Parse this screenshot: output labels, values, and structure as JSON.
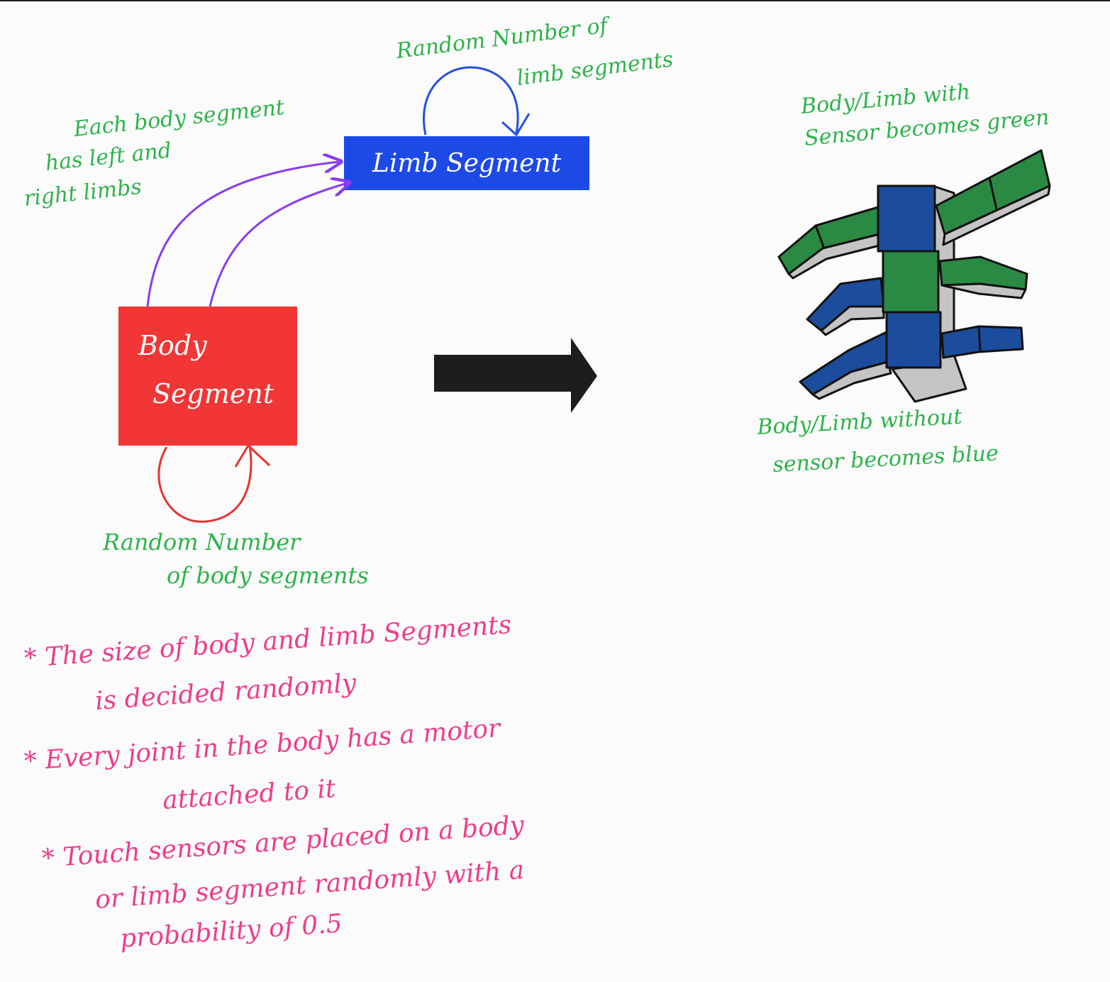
{
  "diagram": {
    "body_segment": {
      "label_line1": "Body",
      "label_line2": "Segment",
      "color": "#f23535"
    },
    "limb_segment": {
      "label": "Limb Segment",
      "color": "#1d49e6"
    },
    "labels": {
      "limb_loop_line1": "Random Number of",
      "limb_loop_line2": "limb segments",
      "each_body_line1": "Each body segment",
      "each_body_line2": "has left and",
      "each_body_line3": "right limbs",
      "body_loop_line1": "Random Number",
      "body_loop_line2": "of body segments",
      "sensor_line1": "Body/Limb with",
      "sensor_line2": "Sensor becomes green",
      "no_sensor_line1": "Body/Limb without",
      "no_sensor_line2": "sensor becomes blue"
    },
    "notes": [
      {
        "line1": "* The size of body and limb Segments",
        "line2": "is decided randomly"
      },
      {
        "line1": "* Every joint in the body has a motor",
        "line2": "attached to it"
      },
      {
        "line1": "* Touch sensors are placed on a body",
        "line2": "or limb segment randomly with a",
        "line3": "probability of 0.5"
      }
    ],
    "colors": {
      "annotation_green": "#2db34a",
      "note_pink": "#ee3d8a",
      "arrow_purple": "#8a3cf0",
      "loop_blue": "#2450e0",
      "loop_red": "#e8322f",
      "sensor_green": "#2a8a44",
      "no_sensor_blue": "#1c4c9c",
      "side_gray": "#c4c4c4",
      "big_arrow": "#1d1d1d"
    }
  }
}
